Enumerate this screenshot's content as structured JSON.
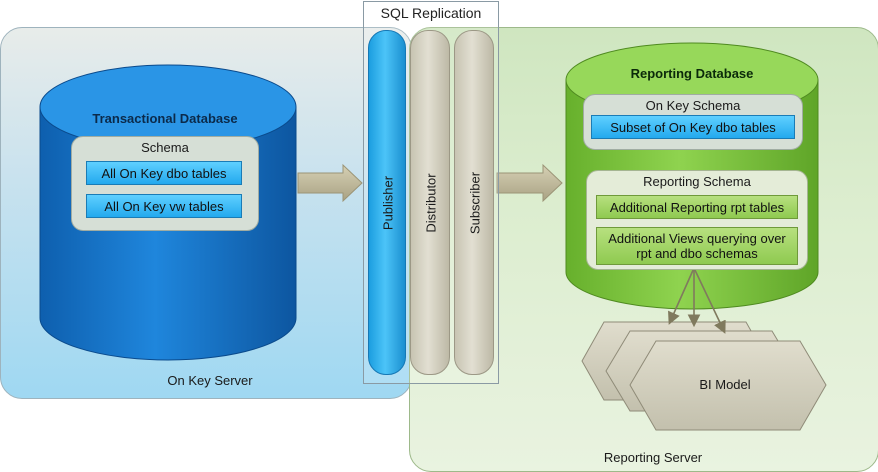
{
  "servers": {
    "onkey": {
      "label": "On Key Server"
    },
    "reporting": {
      "label": "Reporting Server"
    }
  },
  "replication": {
    "title": "SQL Replication",
    "publisher": "Publisher",
    "distributor": "Distributor",
    "subscriber": "Subscriber"
  },
  "transactional_db": {
    "title": "Transactional Database",
    "schema": {
      "title": "Schema",
      "tables": [
        "All On Key dbo tables",
        "All On Key vw tables"
      ]
    }
  },
  "reporting_db": {
    "title": "Reporting Database",
    "onkey_schema": {
      "title": "On Key Schema",
      "tables": [
        "Subset of On Key dbo tables"
      ]
    },
    "reporting_schema": {
      "title": "Reporting Schema",
      "items": [
        "Additional Reporting rpt tables",
        "Additional Views querying over rpt and dbo schemas"
      ]
    }
  },
  "bi_model": {
    "label": "BI Model"
  },
  "colors": {
    "transactional_db": "#1a74c8",
    "reporting_db": "#7cc242",
    "publisher": "#37b4f0",
    "column_neutral": "#d8d5c4",
    "arrow": "#c2bb9c",
    "bi_model": "#d2d0bf"
  }
}
